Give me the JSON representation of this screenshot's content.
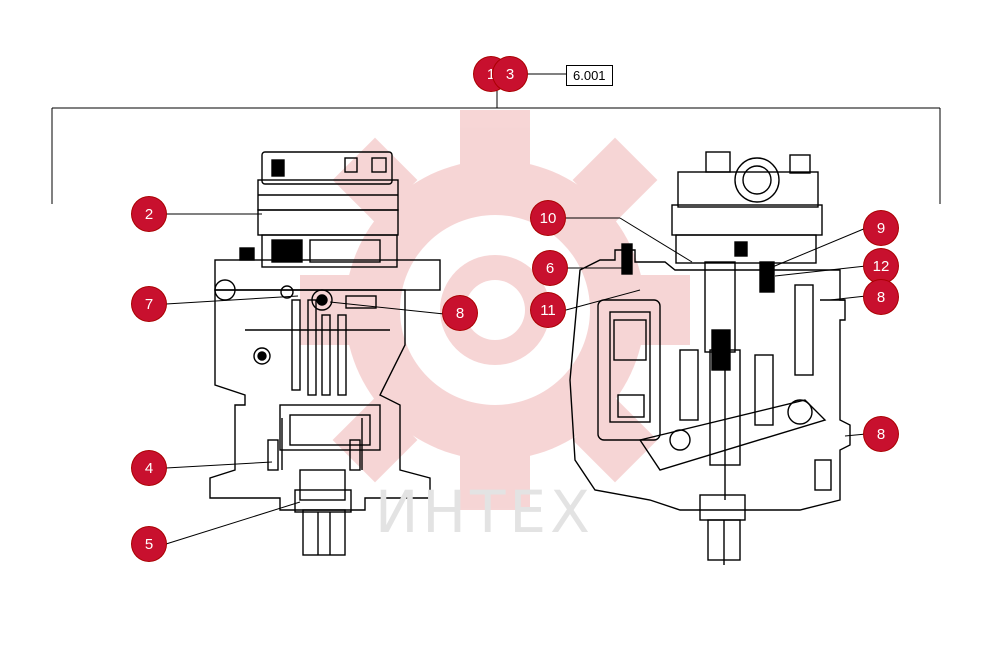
{
  "diagram": {
    "reference_box": "6.001",
    "callouts": [
      {
        "id": "c1-hidden",
        "label": "1"
      },
      {
        "id": "c3",
        "label": "3"
      },
      {
        "id": "c2",
        "label": "2"
      },
      {
        "id": "c7",
        "label": "7"
      },
      {
        "id": "c8a",
        "label": "8"
      },
      {
        "id": "c4",
        "label": "4"
      },
      {
        "id": "c5",
        "label": "5"
      },
      {
        "id": "c10",
        "label": "10"
      },
      {
        "id": "c6",
        "label": "6"
      },
      {
        "id": "c11",
        "label": "11"
      },
      {
        "id": "c9",
        "label": "9"
      },
      {
        "id": "c12",
        "label": "12"
      },
      {
        "id": "c8b",
        "label": "8"
      },
      {
        "id": "c8c",
        "label": "8"
      }
    ],
    "watermark": "ИНТЕХ",
    "colors": {
      "callout": "#c8102e",
      "watermark": "#f0b9b9",
      "line": "#000000"
    }
  }
}
